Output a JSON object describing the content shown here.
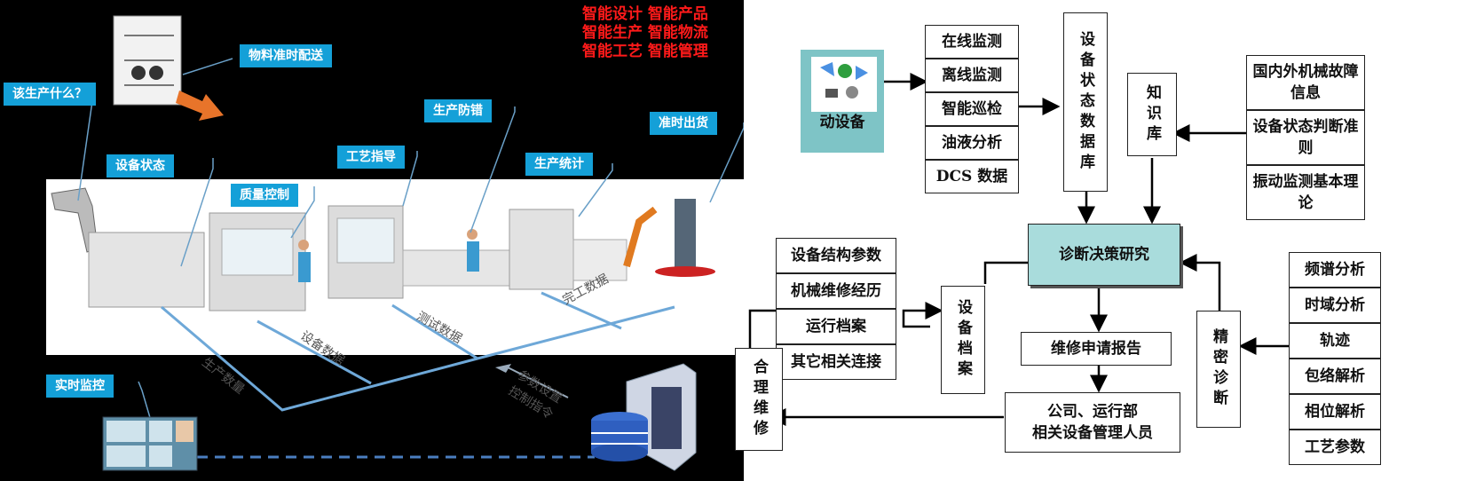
{
  "left_panel": {
    "slogans": [
      "智能设计 智能产品",
      "智能生产 智能物流",
      "智能工艺 智能管理"
    ],
    "callouts": {
      "material": "物料准时配送",
      "what_to_produce": "该生产什么？",
      "equipment_status": "设备状态",
      "process_guide": "工艺指导",
      "quality": "质量控制",
      "error_proof": "生产防错",
      "production_stats": "生产统计",
      "on_time_ship": "准时出货",
      "realtime": "实时监控"
    },
    "flow_labels": {
      "production_count": "生产数量",
      "equipment_data": "设备数据",
      "test_data": "测试数据",
      "finish_data": "完工数据",
      "params": "参数设置",
      "commands": "控制指令"
    }
  },
  "right_panel": {
    "moving_equipment": "动设备",
    "monitor_items": [
      "在线监测",
      "离线监测",
      "智能巡检",
      "油液分析",
      "DCS 数据"
    ],
    "status_db": "设备状态数据库",
    "knowledge_base": "知识库",
    "knowledge_items": [
      "国内外机械故障信息",
      "设备状态判断准则",
      "振动监测基本理论"
    ],
    "diagnosis": "诊断决策研究",
    "structure_items": [
      "设备结构参数",
      "机械维修经历",
      "运行档案",
      "其它相关连接"
    ],
    "equipment_archive": "设备档案",
    "rational_maintenance": "合理维修",
    "repair_report": "维修申请报告",
    "staff": [
      "公司、运行部",
      "相关设备管理人员"
    ],
    "precise_diagnosis": "精密诊断",
    "analysis_items": [
      "频谱分析",
      "时域分析",
      "轨迹",
      "包络解析",
      "相位解析",
      "工艺参数"
    ]
  }
}
